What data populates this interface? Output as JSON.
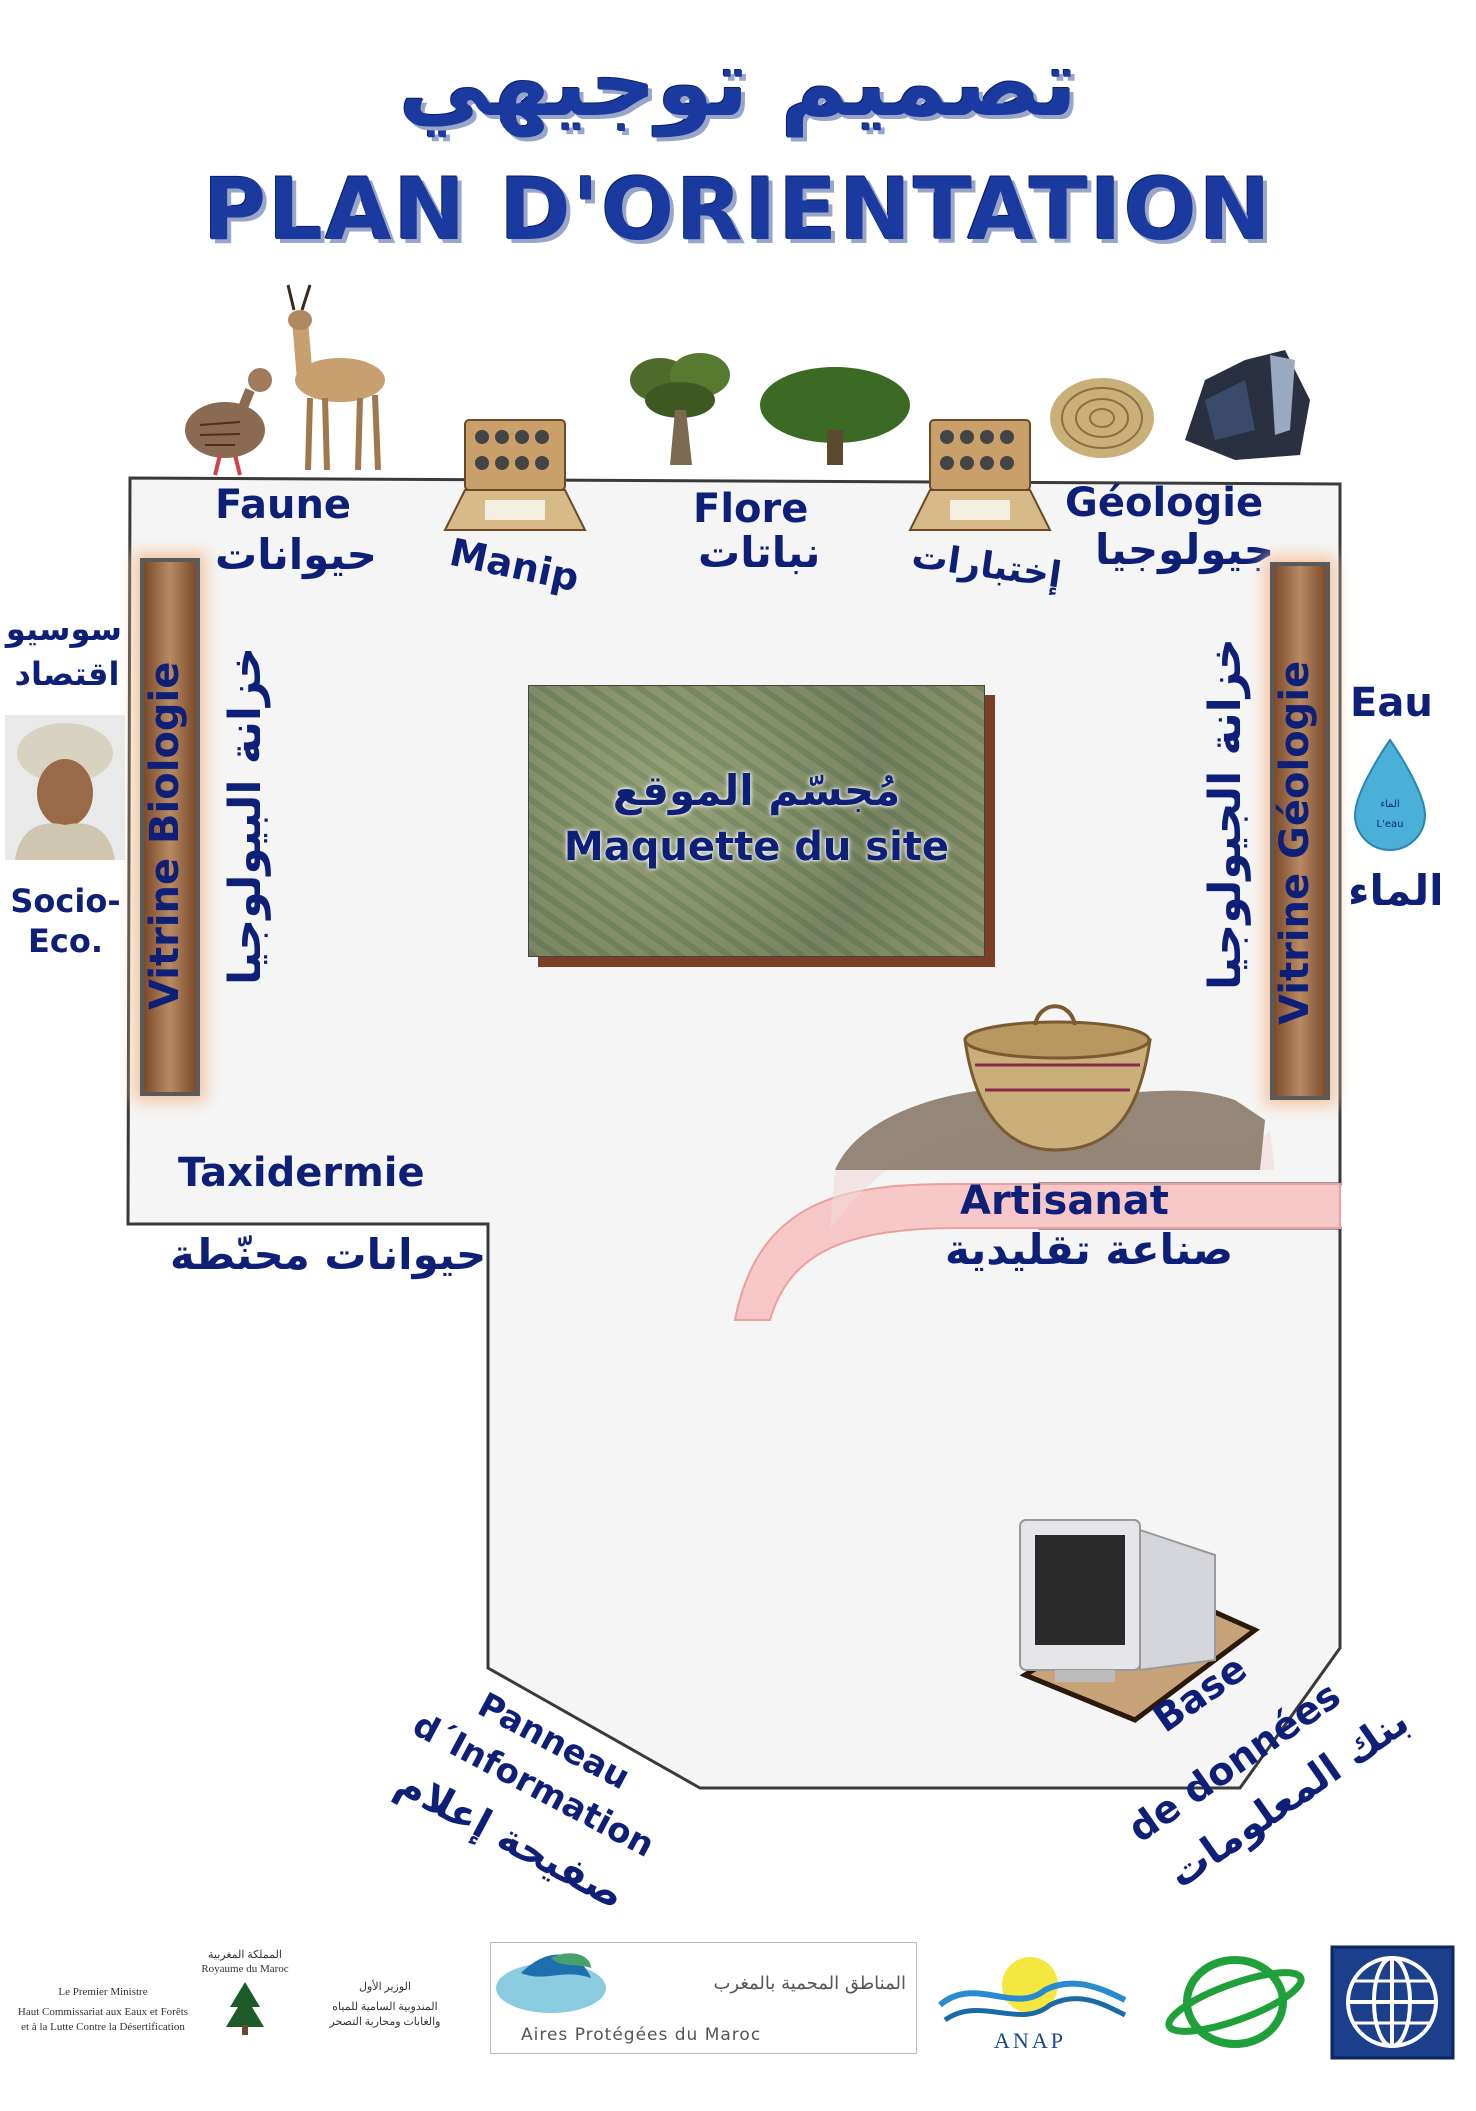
{
  "title": {
    "arabic": "تصميم  توجيهي",
    "french": "PLAN D'ORIENTATION"
  },
  "zones": {
    "faune": {
      "fr": "Faune",
      "ar": "حيوانات"
    },
    "manip": {
      "fr": "Manip",
      "ar": "إختبارات"
    },
    "flore": {
      "fr": "Flore",
      "ar": "نباتات"
    },
    "geologie": {
      "fr": "Géologie",
      "ar": "جيولوجيا"
    },
    "vitrine_bio": {
      "fr": "Vitrine Biologie",
      "ar": "خزانة البيولوجيا"
    },
    "vitrine_geo": {
      "fr": "Vitrine Géologie",
      "ar": "خزانة الجيولوجيا"
    },
    "socio": {
      "ar_line1": "سوسيو",
      "ar_line2": "اقتصاد",
      "fr_line1": "Socio-",
      "fr_line2": "Eco."
    },
    "eau": {
      "fr": "Eau",
      "ar": "الماء",
      "drop_ar": "الماء",
      "drop_fr": "L'eau"
    },
    "maquette": {
      "ar": "مُجسّم الموقع",
      "fr": "Maquette du site"
    },
    "taxidermie": {
      "fr": "Taxidermie",
      "ar": "حيوانات محنّطة"
    },
    "artisanat": {
      "fr": "Artisanat",
      "ar": "صناعة تقليدية"
    },
    "panneau": {
      "fr_line1": "Panneau",
      "fr_line2": "d´Information",
      "ar": "صفيحة إعلام"
    },
    "base": {
      "fr_line1": "Base",
      "fr_line2": "de données",
      "ar": "بنك المعلومات"
    }
  },
  "footer": {
    "hcefld": {
      "line1": "Le Premier Ministre",
      "line2": "Haut Commissariat aux Eaux et Forêts",
      "line3": "et à la Lutte Contre la Désertification"
    },
    "royaume": {
      "ar": "المملكة المغربية",
      "fr": "Royaume du Maroc"
    },
    "hcefld_ar": {
      "line1": "الوزير الأول",
      "line2": "المندوبية السامية للمياه",
      "line3": "والغابات ومحاربة التصحر"
    },
    "aires": {
      "ar": "المناطق المحمية بالمغرب",
      "fr": "Aires Protégées du Maroc"
    },
    "anap": "ANAP"
  },
  "icons": [
    "partridge-icon",
    "gazelle-icon",
    "tree-icon",
    "acacia-icon",
    "fossil-icon",
    "mineral-icon",
    "water-drop-icon",
    "basket-icon",
    "computer-icon",
    "portrait-icon"
  ]
}
